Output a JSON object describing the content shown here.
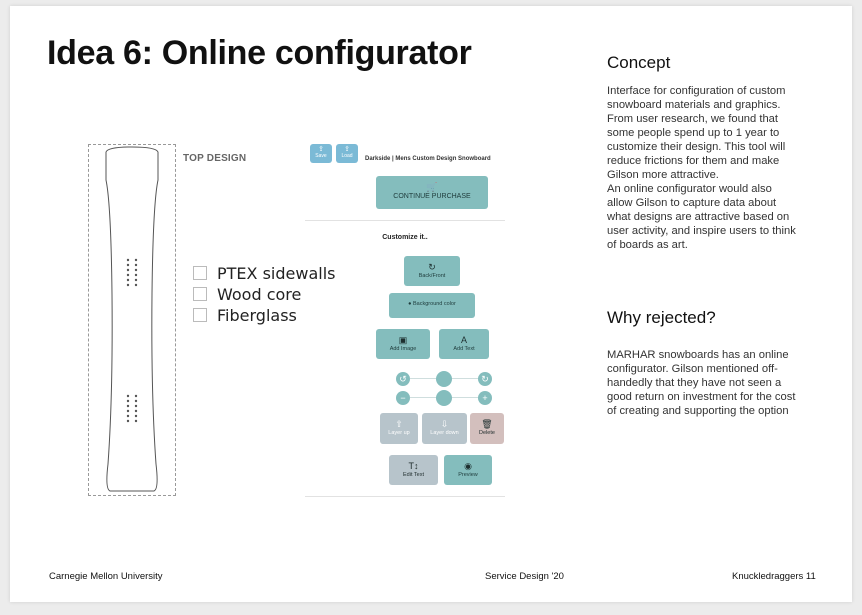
{
  "title": "Idea 6: Online configurator",
  "board": {
    "top_design_label": "TOP DESIGN",
    "options": [
      "PTEX sidewalls",
      "Wood core",
      "Fiberglass"
    ]
  },
  "configurator": {
    "save_label": "Save",
    "load_label": "Load",
    "product_name": "Darkside | Mens Custom Design Snowboard",
    "continue_label": "CONTINUE PURCHASE",
    "customize_label": "Customize it..",
    "back_front_label": "Back/Front",
    "background_color_label": "Background color",
    "add_image_label": "Add Image",
    "add_text_label": "Add Text",
    "layer_up_label": "Layer up",
    "layer_down_label": "Layer down",
    "delete_label": "Delete",
    "edit_text_label": "Edit Text",
    "preview_label": "Preview"
  },
  "concept": {
    "heading": "Concept",
    "body": "Interface for configuration of custom snowboard materials and graphics. From user research, we found that some people spend up to 1 year to customize their design. This tool will reduce frictions for them and make Gilson more attractive.\nAn online configurator would also allow Gilson to capture data about what designs are attractive based on user activity, and inspire users to think of boards as art."
  },
  "rejected": {
    "heading": "Why rejected?",
    "body": "MARHAR snowboards has an online configurator. Gilson mentioned off-handedly that they have not seen a good return on investment for the cost of creating and supporting the option"
  },
  "footer": {
    "left": "Carnegie Mellon University",
    "center": "Service Design '20",
    "right": "Knuckledraggers 11"
  },
  "colors": {
    "teal_button": "#84bdbd",
    "blue_button": "#7bbad6",
    "grey_button": "#b7c4cb",
    "delete_button": "#d3bfbd"
  }
}
